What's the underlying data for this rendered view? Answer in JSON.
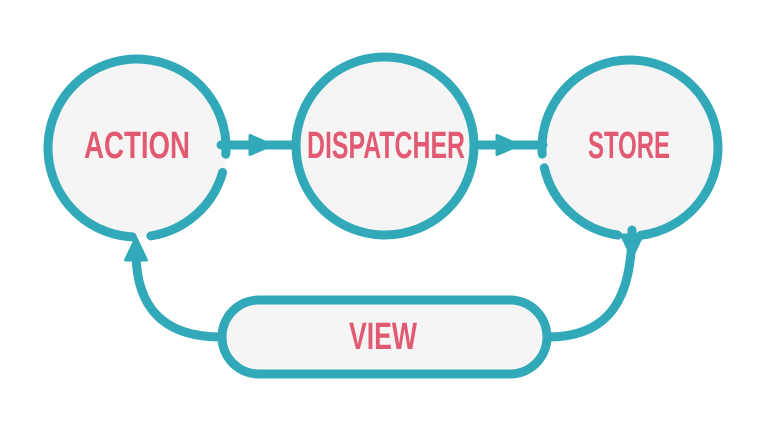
{
  "diagram": {
    "nodes": {
      "action": {
        "label": "ACTION"
      },
      "dispatcher": {
        "label": "DISPATCHER"
      },
      "store": {
        "label": "STORE"
      },
      "view": {
        "label": "VIEW"
      }
    },
    "flow": [
      "action -> dispatcher",
      "dispatcher -> store",
      "store -> view",
      "view -> action"
    ]
  },
  "colors": {
    "teal": "#31A9B9",
    "pink": "#E25A72",
    "node-fill": "#F5F5F6",
    "background": "#FFFFFF"
  }
}
